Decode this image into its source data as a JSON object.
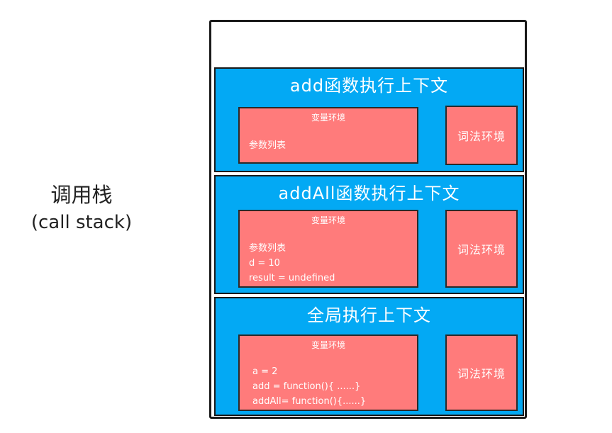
{
  "call_stack": {
    "label_cn": "调用栈",
    "label_en": "(call stack)"
  },
  "contexts": [
    {
      "title": "add函数执行上下文",
      "variable_env": {
        "title": "变量环境",
        "lines": [
          "参数列表"
        ]
      },
      "lexical_env": "词法环境"
    },
    {
      "title": "addAll函数执行上下文",
      "variable_env": {
        "title": "变量环境",
        "lines": [
          "参数列表",
          "d = 10",
          "result = undefined"
        ]
      },
      "lexical_env": "词法环境"
    },
    {
      "title": "全局执行上下文",
      "variable_env": {
        "title": "变量环境",
        "lines": [
          "a = 2",
          "add = function(){ ......}",
          "addAll= function(){......}"
        ]
      },
      "lexical_env": "词法环境"
    }
  ]
}
